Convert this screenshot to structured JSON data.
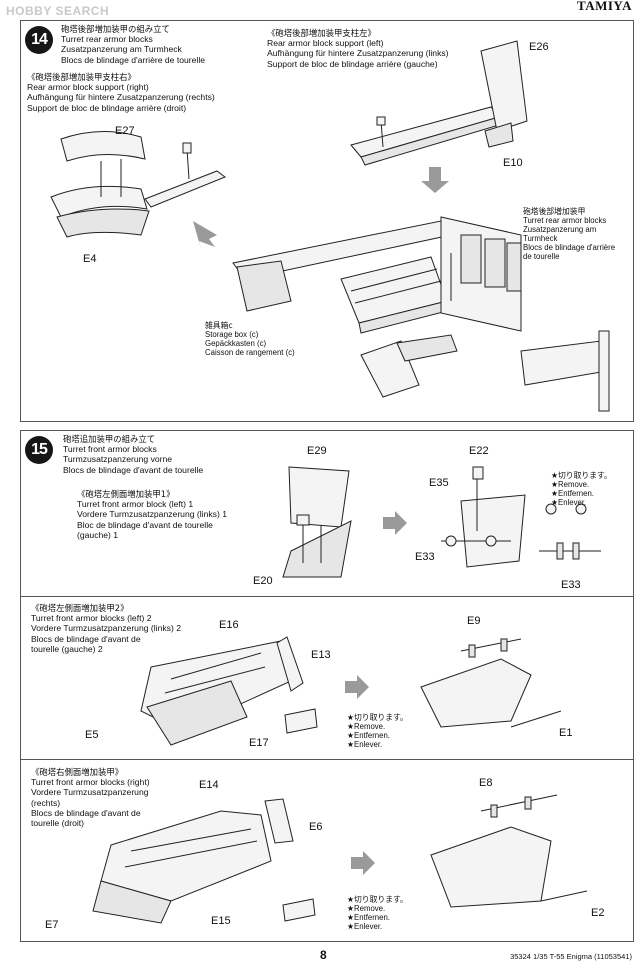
{
  "header": {
    "watermark": "HOBBY SEARCH",
    "brand": "TAMIYA"
  },
  "step14": {
    "number": "14",
    "title": {
      "jp": "砲塔後部増加装甲の組み立て",
      "en": "Turret rear armor blocks",
      "de": "Zusatzpanzerung am Turmheck",
      "fr": "Blocs de blindage d'arrière de tourelle"
    },
    "sub_right": {
      "jp": "《砲塔後部増加装甲支柱右》",
      "en": "Rear armor block support (right)",
      "de": "Aufhängung für hintere Zusatzpanzerung (rechts)",
      "fr": "Support de bloc de blindage arrière (droit)"
    },
    "sub_left": {
      "jp": "《砲塔後部増加装甲支柱左》",
      "en": "Rear armor block support (left)",
      "de": "Aufhängung für hintere Zusatzpanzerung (links)",
      "fr": "Support de bloc de blindage arrière (gauche)"
    },
    "assembly_note": {
      "jp": "砲塔後部増加装甲",
      "en": "Turret rear armor blocks",
      "de1": "Zusatzpanzerung am",
      "de2": "Turmheck",
      "fr1": "Blocs de blindage d'arrière",
      "fr2": "de tourelle"
    },
    "storage_note": {
      "jp": "雑具箱c",
      "en": "Storage box (c)",
      "de": "Gepäckkasten (c)",
      "fr": "Caisson de rangement (c)"
    },
    "parts": {
      "e27": "E27",
      "e4": "E4",
      "e26": "E26",
      "e10": "E10"
    }
  },
  "step15": {
    "number": "15",
    "title": {
      "jp": "砲塔追加装甲の組み立て",
      "en": "Turret front armor blocks",
      "de": "Turmzusatzpanzerung vorne",
      "fr": "Blocs de blindage d'avant de tourelle"
    },
    "block1": {
      "jp": "《砲塔左側面増加装甲1》",
      "en": "Turret front armor block (left) 1",
      "de": "Vordere Turmzusatzpanzerung (links) 1",
      "fr1": "Bloc de blindage d'avant de tourelle",
      "fr2": "(gauche) 1",
      "parts": {
        "e29": "E29",
        "e20": "E20",
        "e22": "E22",
        "e35": "E35",
        "e33a": "E33",
        "e33b": "E33"
      },
      "remove": {
        "jp": "★切り取ります。",
        "en": "★Remove.",
        "de": "★Entfernen.",
        "fr": "★Enlever."
      }
    },
    "block2": {
      "jp": "《砲塔左側面増加装甲2》",
      "en": "Turret front armor blocks (left) 2",
      "de": "Vordere Turmzusatzpanzerung (links) 2",
      "fr1": "Blocs de blindage d'avant de",
      "fr2": "tourelle (gauche) 2",
      "parts": {
        "e16": "E16",
        "e13": "E13",
        "e5": "E5",
        "e17": "E17",
        "e9": "E9",
        "e1": "E1"
      },
      "remove": {
        "jp": "★切り取ります。",
        "en": "★Remove.",
        "de": "★Entfernen.",
        "fr": "★Enlever."
      }
    },
    "block3": {
      "jp": "《砲塔右側面増加装甲》",
      "en": "Turret front armor blocks (right)",
      "de1": "Vordere Turmzusatzpanzerung",
      "de2": "(rechts)",
      "fr1": "Blocs de blindage d'avant de",
      "fr2": "tourelle (droit)",
      "parts": {
        "e14": "E14",
        "e6": "E6",
        "e7": "E7",
        "e15": "E15",
        "e8": "E8",
        "e2": "E2"
      },
      "remove": {
        "jp": "★切り取ります。",
        "en": "★Remove.",
        "de": "★Entfernen.",
        "fr": "★Enlever."
      }
    }
  },
  "footer": {
    "page": "8",
    "code": "35324  1/35 T-55 Enigma (11053541)"
  }
}
